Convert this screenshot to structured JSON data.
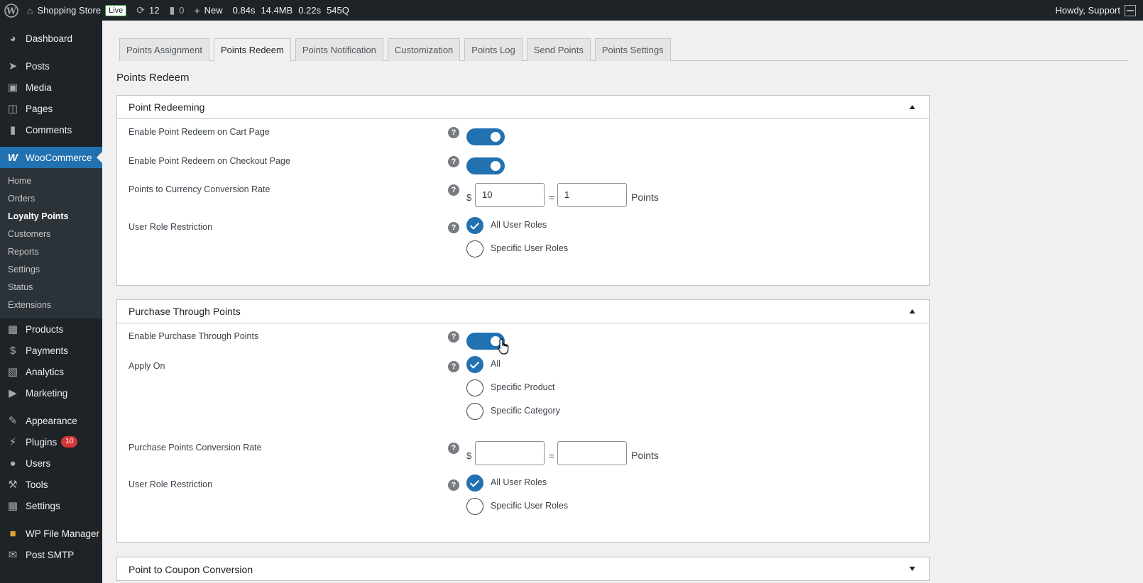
{
  "adminbar": {
    "site_name": "Shopping Store",
    "live_label": "Live",
    "updates_count": "12",
    "comments_count": "0",
    "new_label": "New",
    "stats": [
      "0.84s",
      "14.4MB",
      "0.22s",
      "545Q"
    ],
    "howdy": "Howdy, Support"
  },
  "sidebar": {
    "items": [
      {
        "label": "Dashboard",
        "icon": "dashboard-icon"
      },
      {
        "label": "Posts",
        "icon": "pin-icon"
      },
      {
        "label": "Media",
        "icon": "media-icon"
      },
      {
        "label": "Pages",
        "icon": "pages-icon"
      },
      {
        "label": "Comments",
        "icon": "comment-icon"
      },
      {
        "label": "WooCommerce",
        "icon": "woo-icon"
      },
      {
        "label": "Products",
        "icon": "archive-icon"
      },
      {
        "label": "Payments",
        "icon": "payment-icon"
      },
      {
        "label": "Analytics",
        "icon": "bar-chart-icon"
      },
      {
        "label": "Marketing",
        "icon": "megaphone-icon"
      },
      {
        "label": "Appearance",
        "icon": "brush-icon"
      },
      {
        "label": "Plugins",
        "icon": "plugin-icon",
        "badge": "10"
      },
      {
        "label": "Users",
        "icon": "user-icon"
      },
      {
        "label": "Tools",
        "icon": "wrench-icon"
      },
      {
        "label": "Settings",
        "icon": "settings-icon"
      },
      {
        "label": "WP File Manager",
        "icon": "folder-icon"
      },
      {
        "label": "Post SMTP",
        "icon": "mail-icon"
      }
    ],
    "submenu": [
      "Home",
      "Orders",
      "Loyalty Points",
      "Customers",
      "Reports",
      "Settings",
      "Status",
      "Extensions"
    ]
  },
  "tabs": [
    "Points Assignment",
    "Points Redeem",
    "Points Notification",
    "Customization",
    "Points Log",
    "Send Points",
    "Points Settings"
  ],
  "page_title": "Points Redeem",
  "panel1": {
    "title": "Point Redeeming",
    "cart_label": "Enable Point Redeem on Cart Page",
    "checkout_label": "Enable Point Redeem on Checkout Page",
    "rate_label": "Points to Currency Conversion Rate",
    "currency": "$",
    "rate_amount": "10",
    "eq": "=",
    "rate_points": "1",
    "points_unit": "Points",
    "role_label": "User Role Restriction",
    "role_all": "All User Roles",
    "role_specific": "Specific User Roles"
  },
  "panel2": {
    "title": "Purchase Through Points",
    "enable_label": "Enable Purchase Through Points",
    "apply_label": "Apply On",
    "apply_all": "All",
    "apply_product": "Specific Product",
    "apply_category": "Specific Category",
    "rate_label": "Purchase Points Conversion Rate",
    "currency": "$",
    "rate_amount": "",
    "eq": "=",
    "rate_points": "",
    "points_unit": "Points",
    "role_label": "User Role Restriction",
    "role_all": "All User Roles",
    "role_specific": "Specific User Roles"
  },
  "panel3": {
    "title": "Point to Coupon Conversion"
  },
  "help_glyph": "?"
}
